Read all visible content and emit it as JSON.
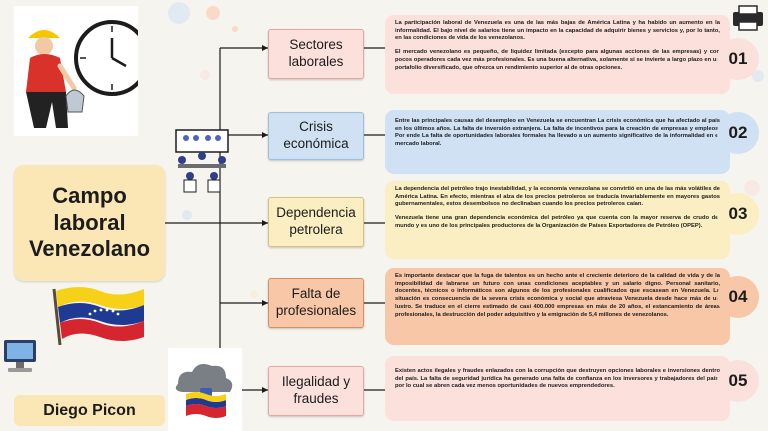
{
  "title": "Campo laboral Venezolano",
  "author": "Diego Picon",
  "topics": [
    {
      "label": "Sectores laborales",
      "number": "01",
      "paragraphs": [
        "La participación laboral de Venezuela es una de las más bajas de América Latina y ha habido un aumento en la informalidad. El bajo nivel de salarios tiene un impacto en la capacidad de adquirir bienes y servicios y, por lo tanto, en las condiciones de vida de los venezolanos.",
        "El mercado venezolano es pequeño, de liquidez limitada (excepto para algunas acciones de las empresas) y con pocos operadores cada vez más profesionales. Es una buena alternativa, solamente si se invierte a largo plazo en un portafolio diversificado, que ofrezca un rendimiento superior al de otras opciones."
      ]
    },
    {
      "label": "Crisis económica",
      "number": "02",
      "paragraphs": [
        "Entre las principales causas del desempleo en Venezuela se encuentran La crisis económica que ha afectado al país en los últimos años. La falta de inversión extranjera. La falta de incentivos para la creación de empresas y empleos. Por ende La falta de oportunidades laborales formales ha llevado a un aumento significativo de la informalidad en el mercado laboral."
      ]
    },
    {
      "label": "Dependencia petrolera",
      "number": "03",
      "paragraphs": [
        "La dependencia del petróleo trajo inestabilidad, y la economía venezolana se convirtió en una de las más volátiles de América Latina. En efecto, mientras el alza de los precios petroleros se traducía invariablemente en mayores gastos gubernamentales, estos desembolsos no declinaban cuando los precios petroleros caían.",
        "Venezuela tiene una gran dependencia económica del petróleo ya que cuenta con la mayor reserva de crudo del mundo y es uno de los principales productores de la Organización de Países Exportadores de Petróleo (OPEP)."
      ]
    },
    {
      "label": "Falta de profesionales",
      "number": "04",
      "paragraphs": [
        "Es importante destacar que la fuga de talentos es un hecho ante el creciente deterioro de la calidad de vida y de la imposibilidad de labrarse un futuro con unas condiciones aceptables y un salario digno. Personal sanitario, docentes, técnicos o informáticos son algunos de los profesionales cualificados que escasean en Venezuela. La situación es consecuencia de la severa crisis económica y social que atraviesa Venezuela desde hace más de un lustro. Se traduce en el cierre estimado de casi 400.000 empresas en más de 20 años, el estancamiento de áreas profesionales, la destrucción del poder adquisitivo y la emigración de 5,4 millones de venezolanos."
      ]
    },
    {
      "label": "Ilegalidad y fraudes",
      "number": "05",
      "paragraphs": [
        "Existen actos ilegales y fraudes enlazados con la corrupción que destruyen opciones laborales e inversiones dentro del país. La falta de seguridad jurídica ha generado una falta de confianza en los inversores y trabajadores del país, por lo cual se abren cada vez menos oportunidades de nuevos emprendedores."
      ]
    }
  ],
  "colors": {
    "pink": "#fbe0dc",
    "blue": "#cfe1f3",
    "yellow": "#fbeec2",
    "orange": "#f8c7a8",
    "title_bg": "#fbe6b6"
  },
  "icons": [
    "worker-clock-icon",
    "meeting-people-icon",
    "venezuela-flag-icon",
    "computer-icon",
    "oil-cloud-icon",
    "printer-icon"
  ]
}
